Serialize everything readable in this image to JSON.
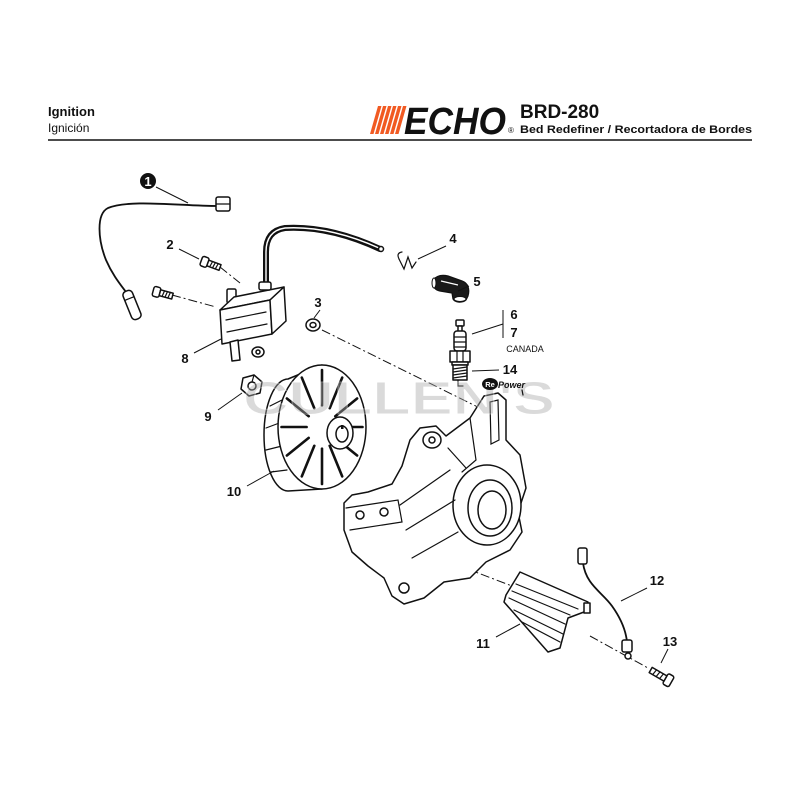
{
  "header": {
    "title": "Ignition",
    "title_es": "Ignición",
    "brand": "ECHO",
    "registered": "®",
    "model": "BRD-280",
    "description": "Bed Redefiner / Recortadora de Bordes"
  },
  "callouts": [
    "1",
    "2",
    "3",
    "4",
    "5",
    "6",
    "7",
    "8",
    "9",
    "10",
    "11",
    "12",
    "13",
    "14"
  ],
  "notes": {
    "canada": "CANADA"
  },
  "repower_logo": {
    "re": "Re",
    "power": "Power"
  },
  "watermark": "CULLEN'S",
  "colors": {
    "brand_orange": "#f15a22",
    "ink": "#111111"
  }
}
